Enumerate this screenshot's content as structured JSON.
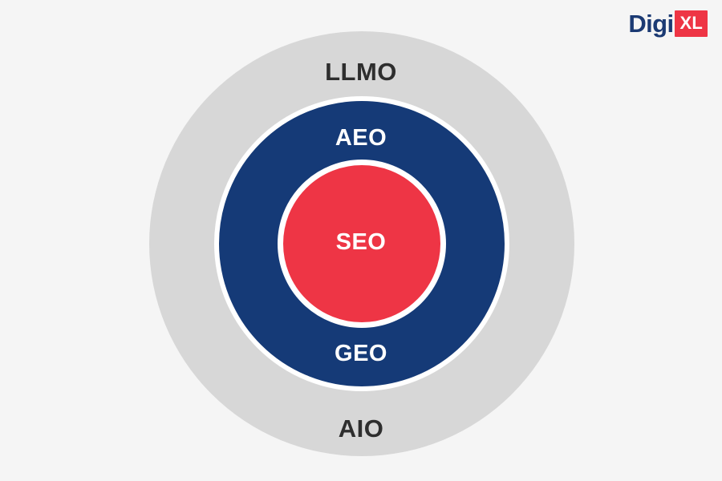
{
  "background_color": "#f5f5f5",
  "logo": {
    "name": "DigiXL",
    "word_primary": "Digi",
    "word_badge": "XL",
    "primary_color": "#1b3a73",
    "badge_bg_color": "#ee3545",
    "badge_text_color": "#ffffff"
  },
  "chart_data": {
    "type": "diagram",
    "diagram_kind": "concentric-circles",
    "title": "",
    "legend_position": "none",
    "layers": [
      {
        "label": "LLMO",
        "label_position": "top",
        "level": 3,
        "fill_color": "#d7d7d7",
        "text_color": "#2e2e2e",
        "radius": 265
      },
      {
        "label": "AIO",
        "label_position": "bottom",
        "level": 3,
        "fill_color": "#d7d7d7",
        "text_color": "#2e2e2e",
        "radius": 265
      },
      {
        "label": "AEO",
        "label_position": "top",
        "level": 2,
        "fill_color": "#153a77",
        "text_color": "#ffffff",
        "radius": 178
      },
      {
        "label": "GEO",
        "label_position": "bottom",
        "level": 2,
        "fill_color": "#153a77",
        "text_color": "#ffffff",
        "radius": 178
      },
      {
        "label": "SEO",
        "label_position": "center",
        "level": 1,
        "fill_color": "#ee3545",
        "text_color": "#ffffff",
        "radius": 98
      }
    ],
    "ring_separator_color": "#ffffff",
    "center": [
      451,
      304
    ]
  },
  "labels": {
    "llmo": "LLMO",
    "aeo": "AEO",
    "seo": "SEO",
    "geo": "GEO",
    "aio": "AIO"
  }
}
